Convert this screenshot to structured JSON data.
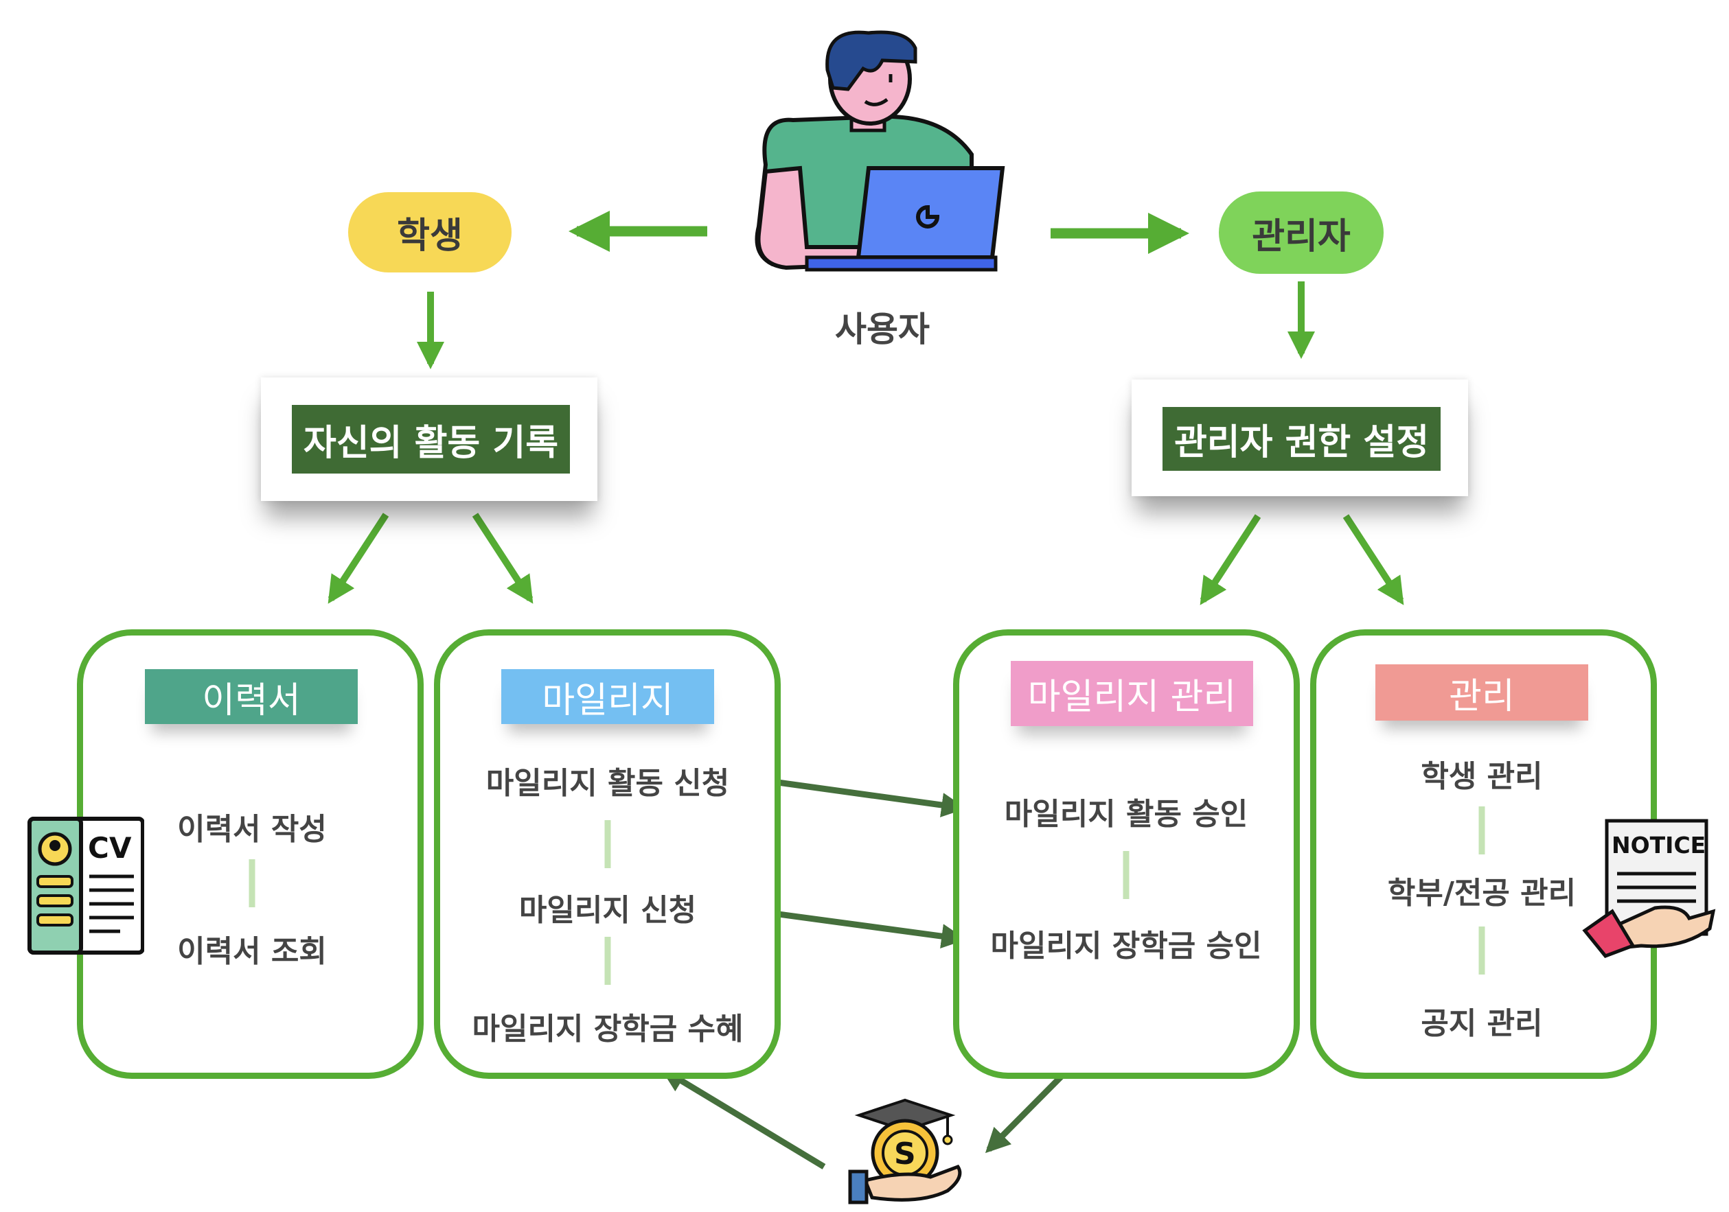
{
  "colors": {
    "arrow_light": "#56ad34",
    "arrow_dark": "#456f3c",
    "box_border": "#56ad34",
    "label_dark_green": "#3f6b34",
    "student_pill": "#f7d856",
    "admin_pill": "#7fd35a",
    "resume_header": "#4fa58a",
    "mileage_header": "#74bff2",
    "mileage_admin_header": "#f09dc9",
    "admin_header": "#f09a94"
  },
  "user": {
    "label": "사용자",
    "icon": "person-laptop-icon"
  },
  "student": {
    "pill": "학생",
    "card_label": "자신의 활동 기록",
    "resume": {
      "header": "이력서",
      "items": [
        "이력서 작성",
        "이력서 조회"
      ],
      "icon": "cv-document-icon"
    },
    "mileage": {
      "header": "마일리지",
      "items": [
        "마일리지 활동 신청",
        "마일리지 신청",
        "마일리지 장학금 수혜"
      ]
    }
  },
  "admin": {
    "pill": "관리자",
    "card_label": "관리자 권한 설정",
    "mileage_admin": {
      "header": "마일리지 관리",
      "items": [
        "마일리지 활동 승인",
        "마일리지 장학금 승인"
      ]
    },
    "management": {
      "header": "관리",
      "items": [
        "학생 관리",
        "학부/전공 관리",
        "공지 관리"
      ],
      "icon": "notice-hand-icon",
      "notice_text": "NOTICE"
    }
  },
  "scholarship": {
    "icon": "scholarship-coin-icon",
    "coin_symbol": "S"
  }
}
